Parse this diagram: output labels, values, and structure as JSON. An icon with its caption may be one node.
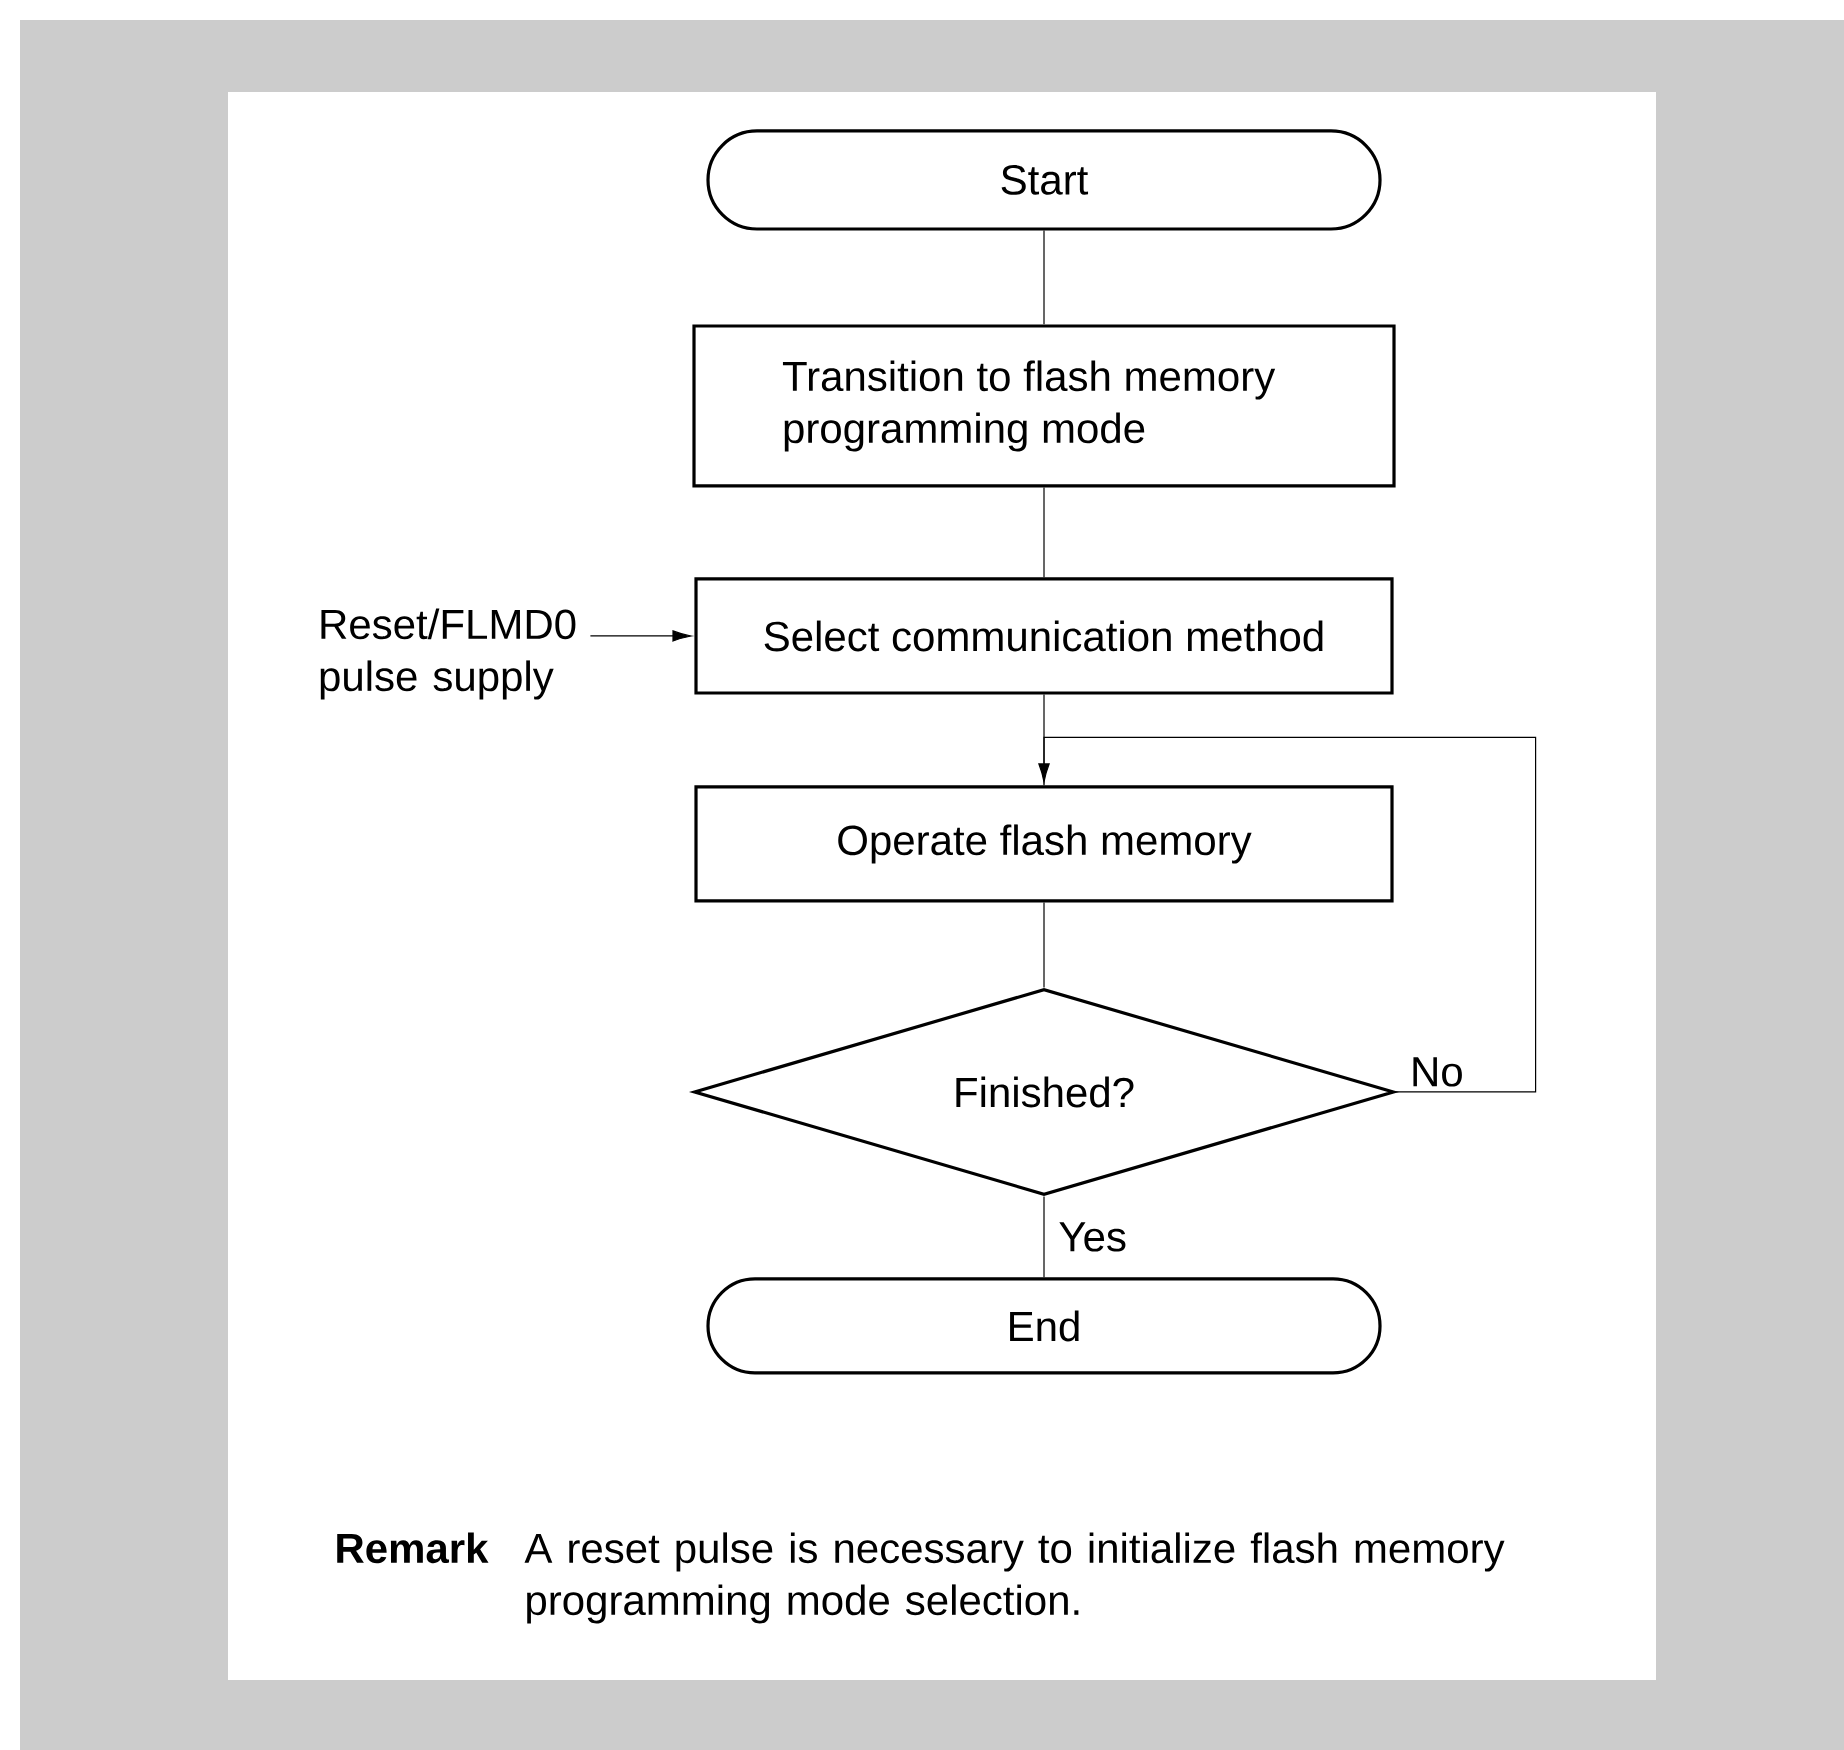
{
  "diagram": {
    "nodes": [
      {
        "text": [
          "Start"
        ]
      },
      {
        "text": [
          "Transition to flash memory programming mode"
        ]
      },
      {
        "text": [
          "Reset/FLMD0 pulse supply"
        ]
      },
      {
        "text": [
          "Select communication method"
        ]
      },
      {
        "text": [
          "Operate flash memory"
        ]
      },
      {
        "text": [
          "Finished?"
        ]
      },
      {
        "text": [
          "End"
        ]
      }
    ],
    "edges": [
      {
        "from": 0,
        "to": 1,
        "arrow": "none"
      },
      {
        "from": 1,
        "to": 3,
        "arrow": "none"
      },
      {
        "from": 2,
        "to": 3,
        "arrow": "to"
      },
      {
        "from": 3,
        "to": 4,
        "arrow": "none"
      },
      {
        "from": 4,
        "to": 5,
        "arrow": "none"
      },
      {
        "from": 5,
        "to": 4,
        "arrow": "to",
        "label": "No"
      },
      {
        "from": 5,
        "to": 6,
        "arrow": "none",
        "label": "Yes"
      }
    ],
    "labels": [
      "Remark",
      "A reset pulse is necessary to initialize flash memory programming mode selection."
    ]
  }
}
